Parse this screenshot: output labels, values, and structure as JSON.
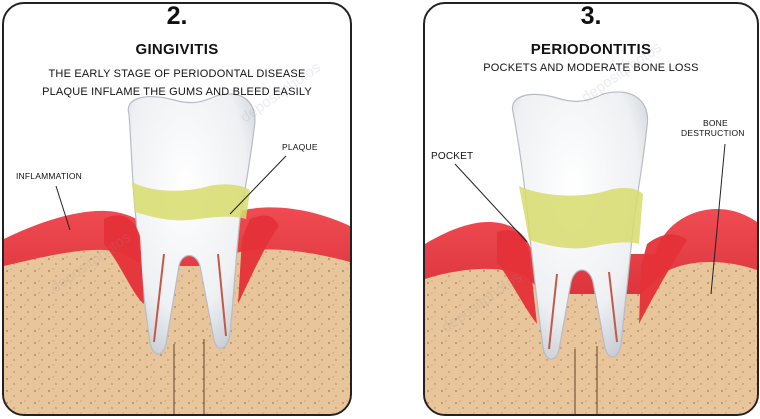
{
  "panels": [
    {
      "number": "2.",
      "title": "GINGIVITIS",
      "subtitle_lines": [
        "THE EARLY STAGE OF PERIODONTAL DISEASE",
        "PLAQUE INFLAME THE GUMS AND BLEED EASILY"
      ],
      "labels": {
        "inflammation": "INFLAMMATION",
        "plaque": "PLAQUE"
      }
    },
    {
      "number": "3.",
      "title": "PERIODONTITIS",
      "subtitle_lines": [
        "POCKETS AND MODERATE BONE LOSS"
      ],
      "labels": {
        "pocket": "POCKET",
        "bone_line1": "BONE",
        "bone_line2": "DESTRUCTION"
      }
    }
  ],
  "watermark": "depositphotos",
  "colors": {
    "gum": "#d9232e",
    "gum_dark": "#a5121a",
    "bone": "#e8c59a",
    "bone_dots": "#8a6a4a",
    "plaque": "#d7dc6c",
    "enamel": "#f6f7f9"
  }
}
